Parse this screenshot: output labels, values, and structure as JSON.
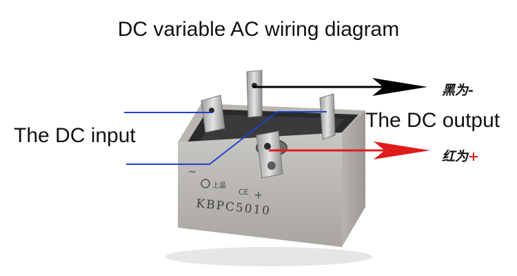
{
  "title": "DC variable AC wiring diagram",
  "labels": {
    "dc_input": "The DC input",
    "dc_output": "The DC output",
    "negative_text": "黑为",
    "negative_sign": "-",
    "positive_text": "红为",
    "positive_sign": "+"
  },
  "component": {
    "model_marking": "KBPC5010",
    "ac_symbol": "~",
    "plus_symbol": "+",
    "maker_mark": "上晶",
    "ce_mark": "CE"
  },
  "colors": {
    "wire_input": "#1f3fd0",
    "arrow_negative": "#000000",
    "arrow_positive": "#e01b1b"
  }
}
